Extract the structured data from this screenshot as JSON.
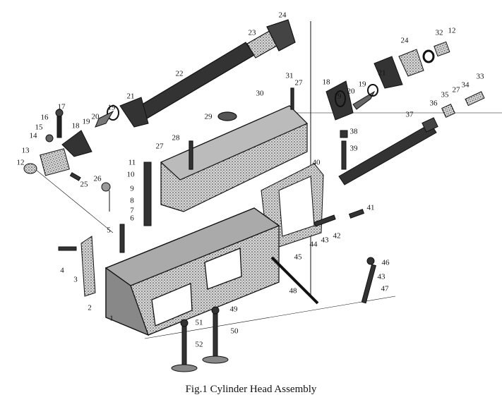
{
  "caption": "Fig.1 Cylinder Head Assembly",
  "part_labels": [
    "24",
    "23",
    "22",
    "31",
    "27",
    "30",
    "32",
    "12",
    "24",
    "21",
    "19",
    "20",
    "19",
    "18",
    "33",
    "34",
    "27",
    "35",
    "36",
    "37",
    "29",
    "38",
    "39",
    "17",
    "16",
    "15",
    "14",
    "18",
    "19",
    "20",
    "19",
    "21",
    "13",
    "12",
    "25",
    "26",
    "28",
    "27",
    "11",
    "10",
    "9",
    "8",
    "7",
    "6",
    "5",
    "40",
    "41",
    "42",
    "43",
    "44",
    "45",
    "4",
    "3",
    "2",
    "1",
    "46",
    "43",
    "47",
    "48",
    "49",
    "51",
    "50",
    "52"
  ]
}
